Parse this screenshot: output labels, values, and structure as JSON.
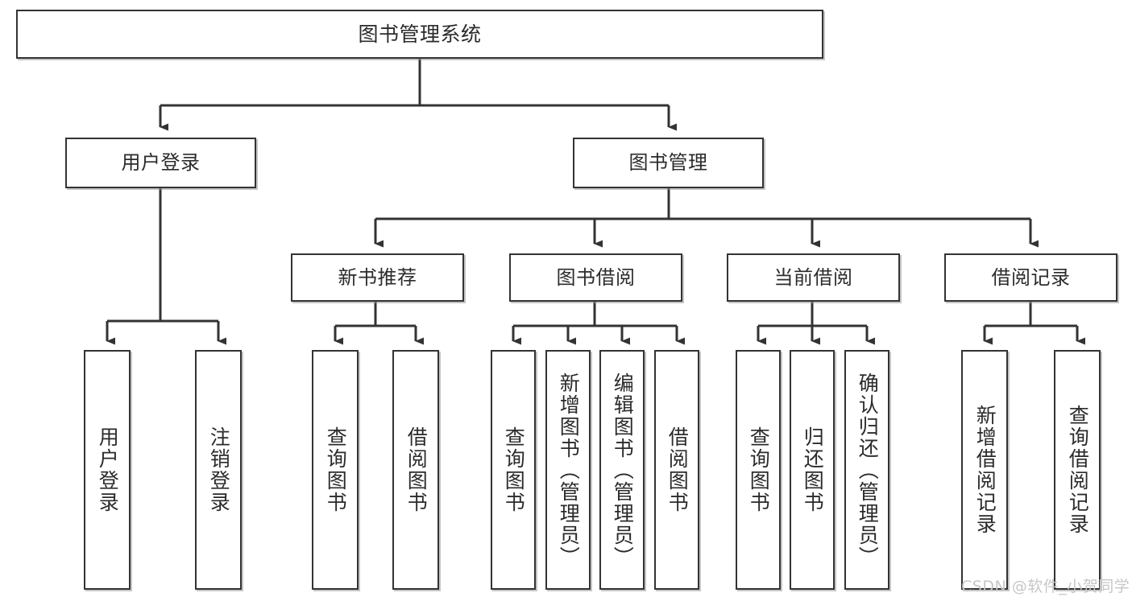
{
  "diagram": {
    "title": "图书管理系统",
    "type": "tree-hierarchy-diagram",
    "background_color": "#ffffff",
    "box_border_color": "#333333",
    "box_fill_color": "#ffffff",
    "text_color": "#2b2b2b",
    "connector_color": "#333333"
  },
  "nodes": {
    "root": {
      "label": "图书管理系统"
    },
    "level2": [
      {
        "label": "用户登录"
      },
      {
        "label": "图书管理"
      }
    ],
    "level3": [
      {
        "label": "新书推荐"
      },
      {
        "label": "图书借阅"
      },
      {
        "label": "当前借阅"
      },
      {
        "label": "借阅记录"
      }
    ],
    "leaves": {
      "user_login": [
        {
          "label": "用户登录"
        },
        {
          "label": "注销登录"
        }
      ],
      "new_book_recommend": [
        {
          "label": "查询图书"
        },
        {
          "label": "借阅图书"
        }
      ],
      "book_borrow": [
        {
          "label": "查询图书"
        },
        {
          "label": "新增图书（管理员）"
        },
        {
          "label": "编辑图书（管理员）"
        },
        {
          "label": "借阅图书"
        }
      ],
      "current_borrow": [
        {
          "label": "查询图书"
        },
        {
          "label": "归还图书"
        },
        {
          "label": "确认归还（管理员）"
        }
      ],
      "borrow_record": [
        {
          "label": "新增借阅记录"
        },
        {
          "label": "查询借阅记录"
        }
      ]
    }
  },
  "watermark": {
    "text": "CSDN @软件_小贺同学",
    "color": "#c7c7c7"
  }
}
